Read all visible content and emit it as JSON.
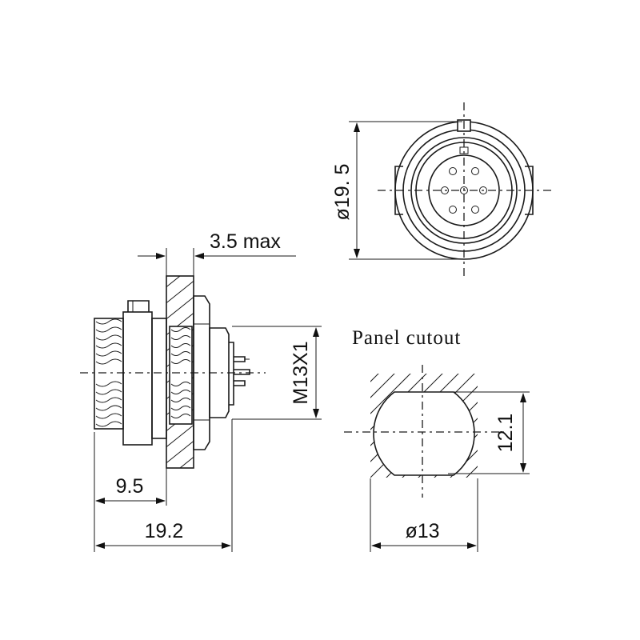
{
  "dimensions": {
    "flange_thickness": "3.5 max",
    "front_body_length": "9.5",
    "overall_length": "19.2",
    "thread": "M13X1",
    "outer_diameter": "ø19. 5",
    "cutout_width": "12.1",
    "cutout_diameter": "ø13"
  },
  "labels": {
    "panel_cutout": "Panel cutout"
  }
}
